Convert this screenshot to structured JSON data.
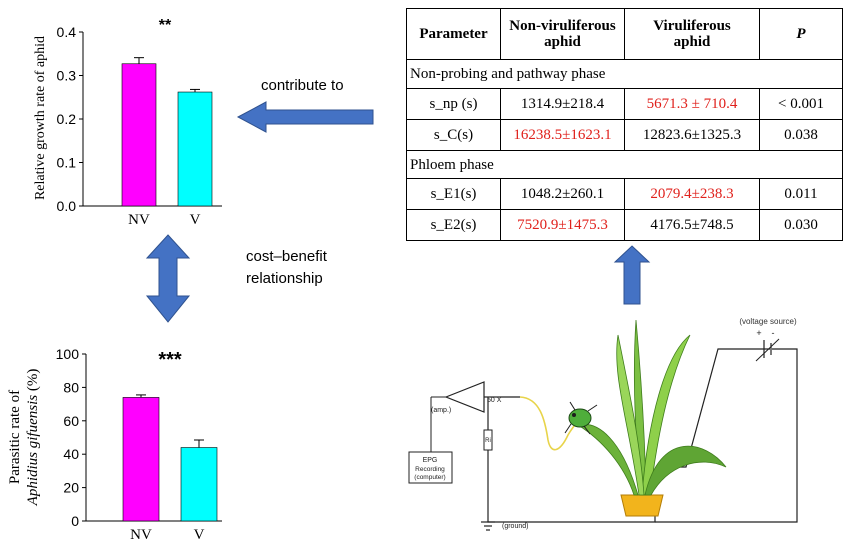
{
  "chart_data": [
    {
      "type": "bar",
      "ylabel": "Relative growth rate of aphid",
      "categories": [
        "NV",
        "V"
      ],
      "values": [
        0.327,
        0.262
      ],
      "errors": [
        0.014,
        0.006
      ],
      "colors": [
        "#ff00ff",
        "#00ffff"
      ],
      "ylim": [
        0,
        0.4
      ],
      "yticks": [
        "0.0",
        "0.1",
        "0.2",
        "0.3",
        "0.4"
      ],
      "yticks_values": [
        0,
        0.1,
        0.2,
        0.3,
        0.4
      ],
      "significance": "**",
      "grid": false
    },
    {
      "type": "bar",
      "ylabel_line1": "Parasitic rate of",
      "ylabel_line2": "Aphidius gifuensis",
      "ylabel_unit": "(%)",
      "categories": [
        "NV",
        "V"
      ],
      "values": [
        74,
        44
      ],
      "errors": [
        1.5,
        4.5
      ],
      "colors": [
        "#ff00ff",
        "#00ffff"
      ],
      "ylim": [
        0,
        100
      ],
      "yticks": [
        "0",
        "20",
        "40",
        "60",
        "80",
        "100"
      ],
      "yticks_values": [
        0,
        20,
        40,
        60,
        80,
        100
      ],
      "significance": "***",
      "grid": false
    }
  ],
  "arrows": {
    "contribute_label": "contribute to",
    "relationship_line1": "cost–benefit",
    "relationship_line2": "relationship",
    "color": "#4472c4"
  },
  "table": {
    "headers": {
      "parameter": "Parameter",
      "nonvir_line1": "Non-viruliferous",
      "nonvir_line2": "aphid",
      "vir_line1": "Viruliferous",
      "vir_line2": "aphid",
      "p": "P"
    },
    "sections": [
      {
        "title": "Non-probing and pathway phase",
        "rows": [
          {
            "param": "s_np (s)",
            "nonvir": "1314.9±218.4",
            "vir": "5671.3 ± 710.4",
            "p": "< 0.001",
            "highlight": "vir"
          },
          {
            "param": "s_C(s)",
            "nonvir": "16238.5±1623.1",
            "vir": "12823.6±1325.3",
            "p": "0.038",
            "highlight": "nonvir"
          }
        ]
      },
      {
        "title": "Phloem phase",
        "rows": [
          {
            "param": "s_E1(s)",
            "nonvir": "1048.2±260.1",
            "vir": "2079.4±238.3",
            "p": "0.011",
            "highlight": "vir"
          },
          {
            "param": "s_E2(s)",
            "nonvir": "7520.9±1475.3",
            "vir": "4176.5±748.5",
            "p": "0.030",
            "highlight": "nonvir"
          }
        ]
      }
    ],
    "highlight_color": "#e0201b"
  },
  "epg": {
    "voltage_label": "(voltage source)",
    "plus": "+",
    "minus": "-",
    "amp_gain": "50 X",
    "amp_label": "(amp.)",
    "resistor_label": "Ri",
    "recorder_line1": "EPG",
    "recorder_line2": "Recording",
    "recorder_line3": "(computer)",
    "ground_label": "(ground)"
  }
}
